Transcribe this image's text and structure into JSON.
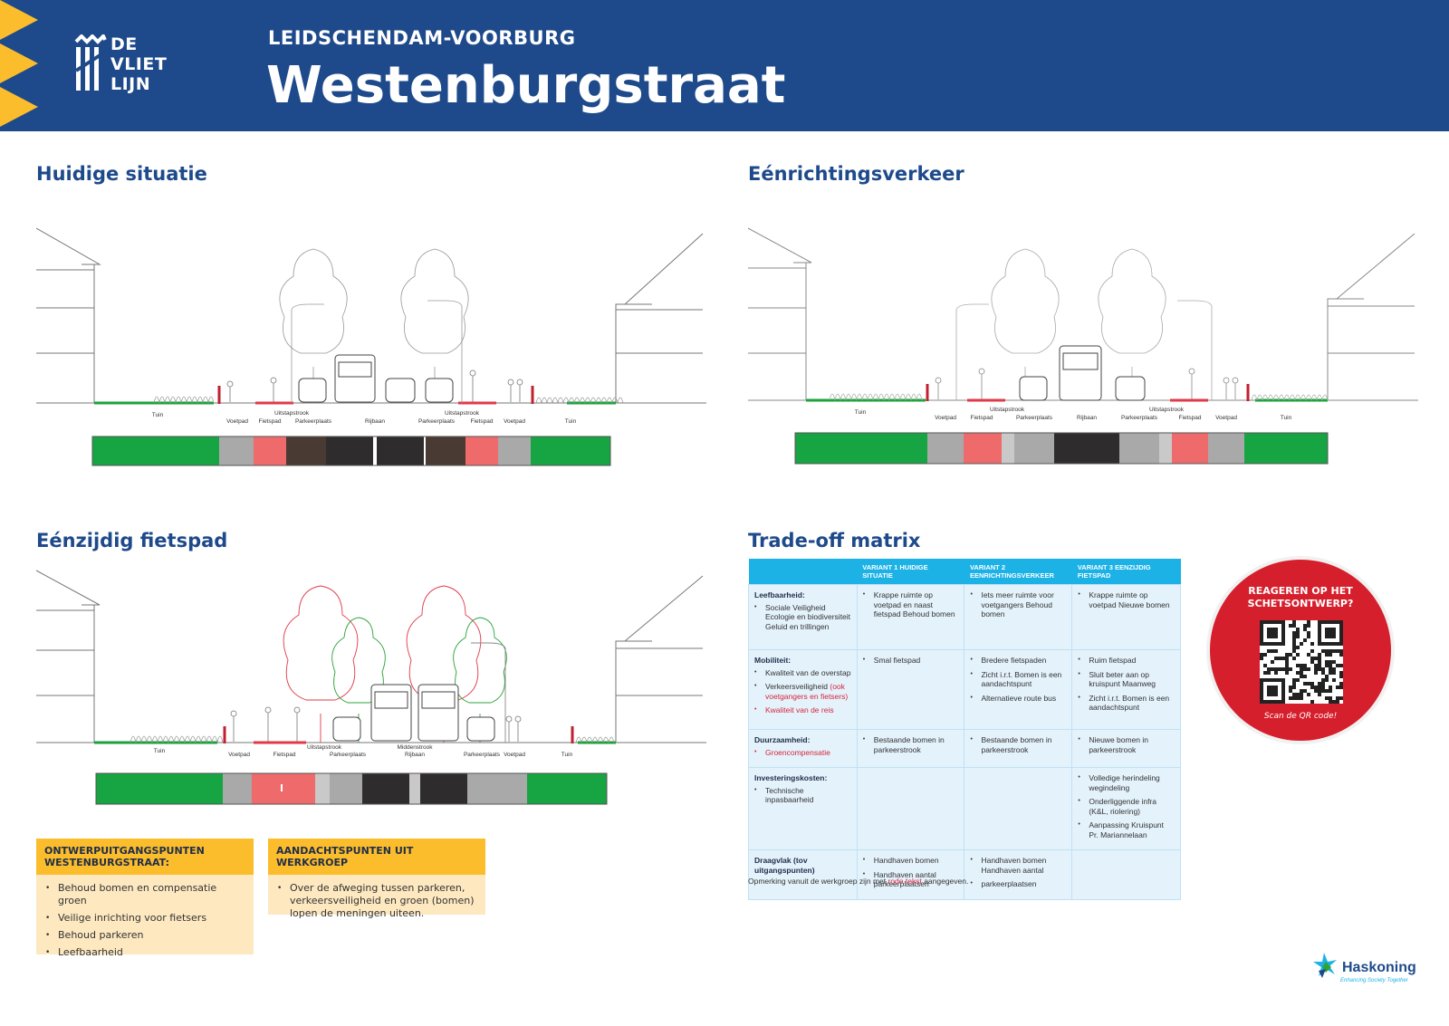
{
  "header": {
    "kicker": "LEIDSCHENDAM-VOORBURG",
    "title": "Westenburgstraat",
    "logo_lines": [
      "DE",
      "VLIET",
      "LIJN"
    ],
    "colors": {
      "band": "#1e4a8b",
      "chevrons": "#fbbd2c"
    }
  },
  "sections": {
    "current": "Huidige situatie",
    "oneway": "Eénrichtingsverkeer",
    "onesided": "Eénzijdig fietspad",
    "matrix": "Trade-off matrix"
  },
  "profile_labels": {
    "current": [
      "Tuin",
      "Voetpad",
      "Fietspad",
      "Uitstapstrook",
      "Parkeerplaats",
      "Rijbaan",
      "Parkeerplaats",
      "Uitstapstrook",
      "Fietspad",
      "Voetpad",
      "Tuin"
    ],
    "oneway": [
      "Tuin",
      "Voetpad",
      "Fietspad",
      "Uitstapstrook",
      "Parkeerplaats",
      "Rijbaan",
      "Parkeerplaats",
      "Uitstapstrook",
      "Fietspad",
      "Voetpad",
      "Tuin"
    ],
    "onesided": [
      "Tuin",
      "Voetpad",
      "Fietspad",
      "Uitstapstrook",
      "Parkeerplaats",
      "Middenstrook",
      "Rijbaan",
      "Parkeerplaats",
      "Voetpad",
      "Tuin"
    ]
  },
  "box_uitgangspunten": {
    "title": "ONTWERPUITGANGSPUNTEN WESTENBURGSTRAAT:",
    "items": [
      "Behoud bomen en compensatie groen",
      "Veilige inrichting voor fietsers",
      "Behoud parkeren",
      "Leefbaarheid"
    ]
  },
  "box_aandachtspunten": {
    "title": "AANDACHTSPUNTEN UIT WERKGROEP",
    "items": [
      "Over de afweging tussen parkeren, verkeersveiligheid en groen (bomen) lopen de meningen uiteen."
    ]
  },
  "matrix": {
    "headers": [
      "",
      "VARIANT 1 HUIDIGE SITUATIE",
      "VARIANT 2 EENRICHTINGSVERKEER",
      "VARIANT 3 EENZIJDIG FIETSPAD"
    ],
    "rows": [
      {
        "title": "Leefbaarheid:",
        "criteria": [
          "Sociale Veiligheid Ecologie en biodiversiteit Geluid en trillingen"
        ],
        "v1": [
          "Krappe ruimte op voetpad en naast fietspad Behoud bomen"
        ],
        "v2": [
          "Iets meer ruimte voor voetgangers Behoud bomen"
        ],
        "v3": [
          "Krappe ruimte op voetpad Nieuwe bomen"
        ]
      },
      {
        "title": "Mobiliteit:",
        "criteria": [
          "Kwaliteit van de overstap",
          "Verkeersveiligheid",
          "Kwaliteit van de reis"
        ],
        "criteria_red_suffix": "(ook voetgangers en fietsers)",
        "v1": [
          "Smal fietspad"
        ],
        "v2": [
          "Bredere fietspaden",
          "Zicht i.r.t. Bomen is een aandachtspunt",
          "Alternatieve route bus"
        ],
        "v3": [
          "Ruim fietspad",
          "Sluit beter aan op kruispunt Maanweg",
          "Zicht i.r.t. Bomen is een aandachtspunt"
        ]
      },
      {
        "title": "Duurzaamheid:",
        "criteria": [
          "Groencompensatie"
        ],
        "v1": [
          "Bestaande bomen in parkeerstrook"
        ],
        "v2": [
          "Bestaande bomen in parkeerstrook"
        ],
        "v3": [
          "Nieuwe bomen in parkeerstrook"
        ]
      },
      {
        "title": "Investeringskosten:",
        "criteria": [
          "Technische inpasbaarheid"
        ],
        "v1": [],
        "v2": [],
        "v3": [
          "Volledige herindeling wegindeling",
          "Onderliggende infra (K&L, riolering)",
          "Aanpassing Kruispunt Pr. Mariannelaan"
        ]
      },
      {
        "title": "Draagvlak (tov uitgangspunten)",
        "criteria": [],
        "v1": [
          "Handhaven bomen",
          "Handhaven aantal parkeerplaatsen"
        ],
        "v2": [
          "Handhaven bomen Handhaven aantal",
          "parkeerplaatsen"
        ],
        "v3": []
      }
    ],
    "note_prefix": "Opmerking vanuit de werkgroep zijn met ",
    "note_red": "rode tekst",
    "note_suffix": " aangegeven."
  },
  "qr": {
    "title": "REAGEREN OP HET SCHETSONTWERP?",
    "caption": "Scan de QR code!"
  },
  "brand": {
    "name": "Haskoning",
    "tagline": "Enhancing Society Together"
  }
}
